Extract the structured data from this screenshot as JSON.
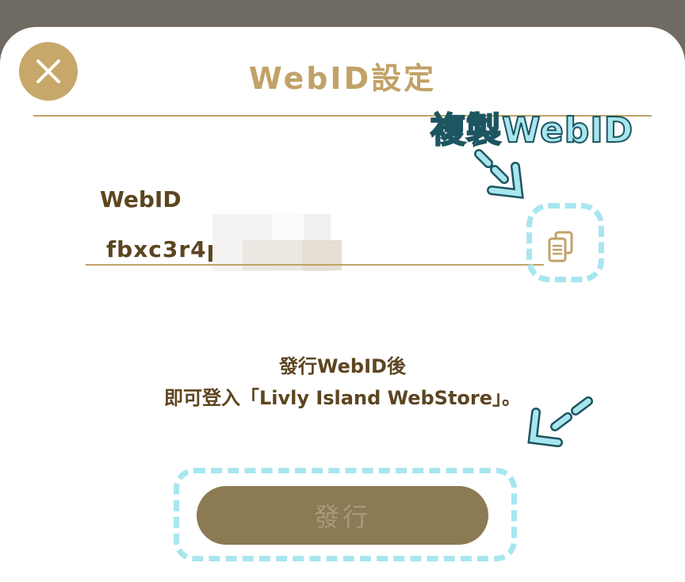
{
  "dialog": {
    "title": "WebID設定",
    "close_icon": "close-icon"
  },
  "webid_field": {
    "label": "WebID",
    "value": "fbxc3r4p_",
    "copy_icon": "copy-document-icon"
  },
  "description": {
    "line1": "發行WebID後",
    "line2": "即可登入「Livly Island WebStore」。"
  },
  "issue_button": {
    "label": "發行"
  },
  "annotation": {
    "copy_label": "複製WebID"
  },
  "colors": {
    "gold": "#c2a268",
    "brown_text": "#5c4520",
    "button_fill": "#8c7a55",
    "annotation_cyan": "#a8e6ef",
    "annotation_outline": "#1d5560",
    "backdrop": "#6f6a62"
  }
}
